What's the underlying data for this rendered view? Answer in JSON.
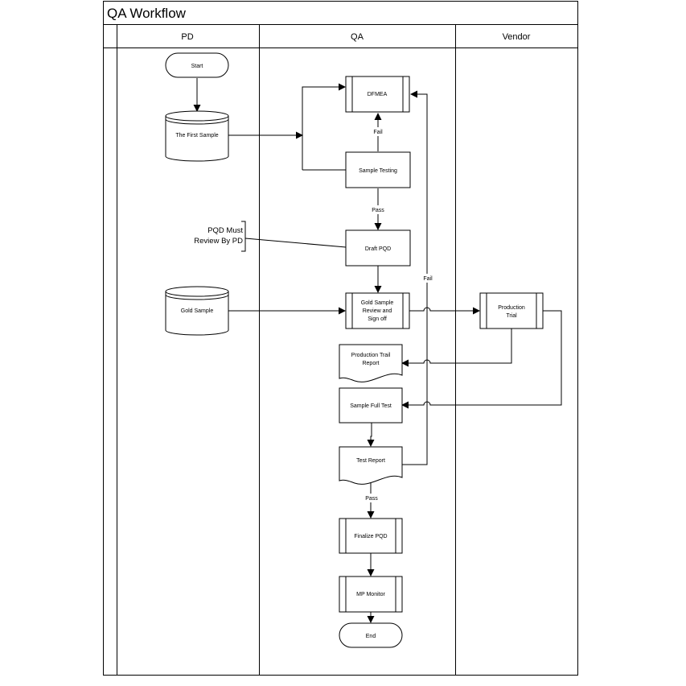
{
  "title": "QA Workflow",
  "lanes": [
    "PD",
    "QA",
    "Vendor"
  ],
  "nodes": {
    "start": "Start",
    "first_sample": "The First Sample",
    "dfmea": "DFMEA",
    "sample_testing": "Sample Testing",
    "draft_pqd": "Draft PQD",
    "gold_sample": "Gold Sample",
    "gold_review": [
      "Gold Sample",
      "Review and",
      "Sign off"
    ],
    "production_trial": [
      "Production",
      "Trial"
    ],
    "production_trail_report": [
      "Production Trail",
      "Report"
    ],
    "sample_full_test": "Sample Full Test",
    "test_report": "Test Report",
    "finalize_pqd": "Finalize PQD",
    "mp_monitor": "MP Monitor",
    "end": "End"
  },
  "edge_labels": {
    "fail_to_dfmea": "Fail",
    "pass_to_draft": "Pass",
    "fail_report_loop": "Fail",
    "pass_to_finalize": "Pass"
  },
  "annotation": [
    "PQD Must",
    "Review By PD"
  ]
}
